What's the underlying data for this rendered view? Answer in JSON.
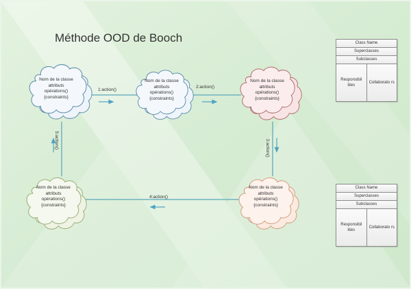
{
  "diagram": {
    "title": "Méthode OOD de Booch",
    "colors": {
      "background": "#dcefd9",
      "connector": "#6fb3bf",
      "blue_cloud_fill": "#f2f7fc",
      "blue_cloud_stroke": "#5f8ea8",
      "red_cloud_fill": "#fbeaea",
      "red_cloud_stroke": "#b07070",
      "green_cloud_fill": "#f4f7ec",
      "green_cloud_stroke": "#9aae78",
      "orange_cloud_fill": "#fdf1ea",
      "orange_cloud_stroke": "#d0a080"
    },
    "classes": [
      {
        "id": "c1",
        "name": "Nom de la classe",
        "attributes": "attributs",
        "operations": "opérations()",
        "constraints": "{constraints}",
        "style": "blue"
      },
      {
        "id": "c2",
        "name": "Nom de la classe",
        "attributes": "attributs",
        "operations": "opérations()",
        "constraints": "{constraints}",
        "style": "blue"
      },
      {
        "id": "c3",
        "name": "Nom de la classe",
        "attributes": "attributs",
        "operations": "opérations()",
        "constraints": "{constraints}",
        "style": "red"
      },
      {
        "id": "c4",
        "name": "Nom de la classe",
        "attributes": "attributs",
        "operations": "opérations()",
        "constraints": "{constraints}",
        "style": "orange"
      },
      {
        "id": "c5",
        "name": "Nom de la classe",
        "attributes": "attributs",
        "operations": "opérations()",
        "constraints": "{constraints}",
        "style": "green"
      }
    ],
    "messages": [
      {
        "label": "1:action()",
        "from": "c1",
        "to": "c2",
        "direction": "right"
      },
      {
        "label": "2:action()",
        "from": "c2",
        "to": "c3",
        "direction": "right"
      },
      {
        "label": "3:action()",
        "from": "c3",
        "to": "c4",
        "direction": "down"
      },
      {
        "label": "4:action()",
        "from": "c4",
        "to": "c5",
        "direction": "left"
      },
      {
        "label": "5:action()",
        "from": "c5",
        "to": "c1",
        "direction": "up"
      }
    ],
    "crc_cards": [
      {
        "class_name": "Class Name",
        "superclasses": "Superclasses",
        "subclasses": "Subclasses",
        "responsibilities": "Responsibil ities",
        "collaborators": "Collaborato rs"
      },
      {
        "class_name": "Class Name",
        "superclasses": "Superclasses",
        "subclasses": "Subclasses",
        "responsibilities": "Responsibil ities",
        "collaborators": "Collaborato rs"
      }
    ]
  }
}
